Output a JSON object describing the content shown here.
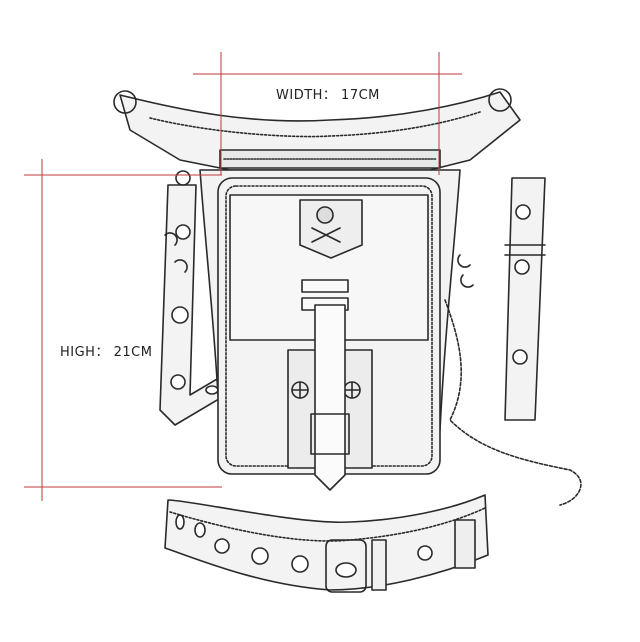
{
  "dimensions": {
    "width_label": "WIDTH： 17CM",
    "height_label": "HIGH： 21CM",
    "width_value_cm": 17,
    "height_value_cm": 21
  },
  "colors": {
    "measure_line": "#c0393b",
    "line_art": "#2a2a2a",
    "fill": "#f2f2f2",
    "background": "#ffffff"
  },
  "figure": {
    "subject": "steampunk thigh holster bag",
    "style": "line-art"
  }
}
